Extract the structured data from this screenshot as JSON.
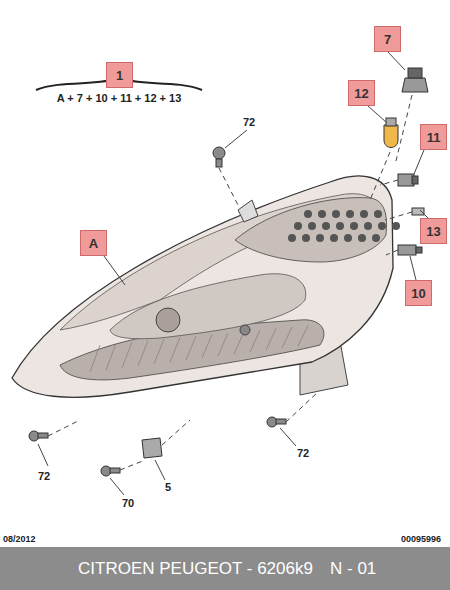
{
  "diagram": {
    "nodes": [
      {
        "text": [
          "1"
        ]
      },
      {
        "text": [
          "7"
        ]
      },
      {
        "text": [
          "12"
        ]
      },
      {
        "text": [
          "11"
        ]
      },
      {
        "text": [
          "A"
        ]
      },
      {
        "text": [
          "13"
        ]
      },
      {
        "text": [
          "10"
        ]
      },
      {
        "text": [
          "CITROEN PEUGEOT - 6206k9",
          "N - 01"
        ]
      }
    ],
    "labels": [
      "A + 7 + 10 + 11 + 12 + 13",
      "72",
      "72",
      "72",
      "5",
      "70",
      "08/2012",
      "00095996"
    ]
  }
}
